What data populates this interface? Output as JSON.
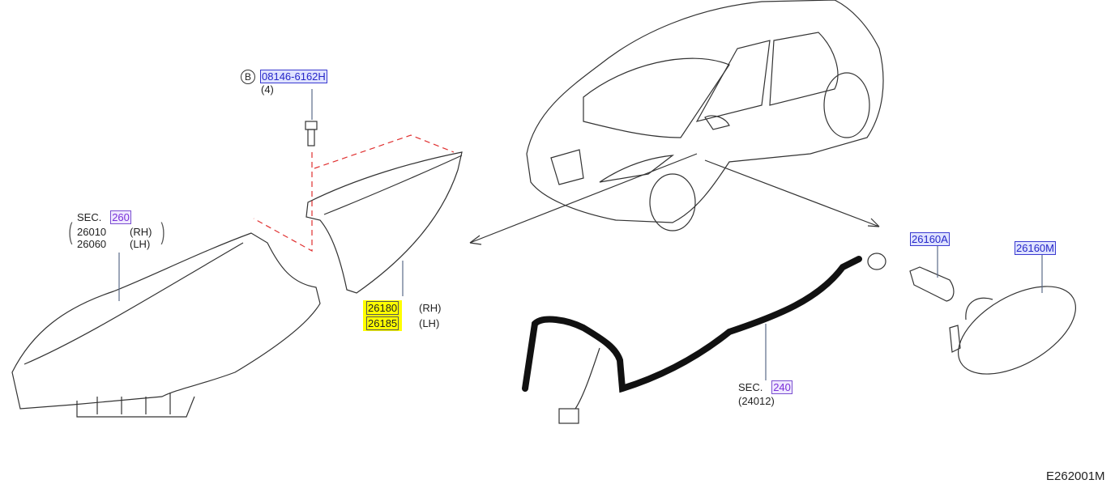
{
  "bolt": {
    "circle_letter": "B",
    "part_number": "08146-6162H",
    "quantity": "(4)"
  },
  "headlamp": {
    "sec_label": "SEC.",
    "sec_number": "260",
    "parts": [
      {
        "number": "26010",
        "side": "(RH)"
      },
      {
        "number": "26060",
        "side": "(LH)"
      }
    ]
  },
  "cover": {
    "parts": [
      {
        "number": "26180",
        "side": "(RH)"
      },
      {
        "number": "26185",
        "side": "(LH)"
      }
    ]
  },
  "harness": {
    "sec_label": "SEC.",
    "sec_number": "240",
    "sub_number": "(24012)"
  },
  "bulb": {
    "part_number": "26160A"
  },
  "side_lamp": {
    "part_number": "26160M"
  },
  "diagram_code": "E262001M",
  "colors": {
    "highlight": "#ffff00",
    "part_blue": "#2626c8",
    "sec_purple": "#7a2fd8",
    "dash_red": "#e03030"
  }
}
